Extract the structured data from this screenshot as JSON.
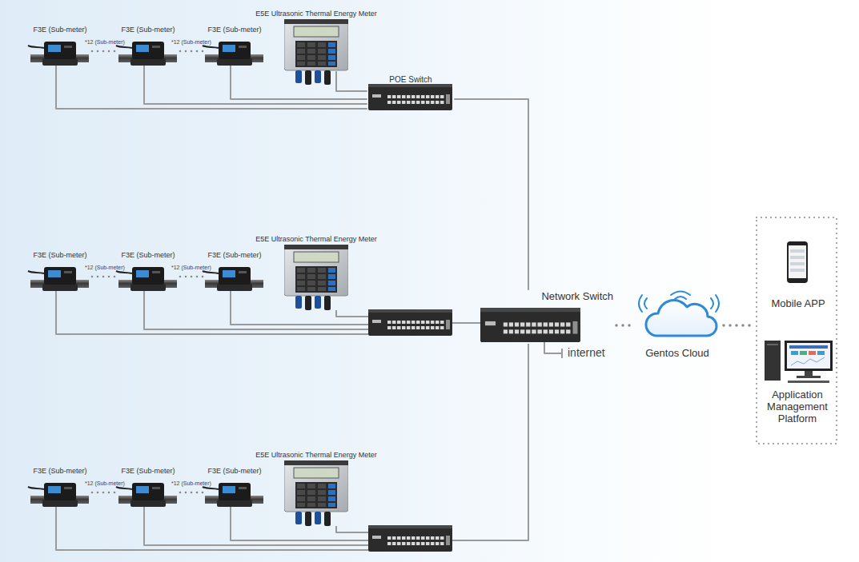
{
  "diagram": {
    "nodes": [
      {
        "text": [
          "F3E (Sub-meter)"
        ]
      },
      {
        "text": [
          "F3E (Sub-meter)"
        ]
      },
      {
        "text": [
          "F3E (Sub-meter)"
        ]
      },
      {
        "text": [
          "E5E Ultrasonic Thermal Energy Meter"
        ]
      },
      {
        "text": [
          "POE Switch"
        ]
      },
      {
        "text": [
          "F3E (Sub-meter)"
        ]
      },
      {
        "text": [
          "F3E (Sub-meter)"
        ]
      },
      {
        "text": [
          "F3E (Sub-meter)"
        ]
      },
      {
        "text": [
          "E5E Ultrasonic Thermal Energy Meter"
        ]
      },
      {
        "text": [
          "Network Switch"
        ]
      },
      {
        "text": [
          "Gentos Cloud"
        ]
      },
      {
        "text": [
          "Mobile APP"
        ]
      },
      {
        "text": [
          "Application Management Platform"
        ]
      },
      {
        "text": [
          "F3E (Sub-meter)"
        ]
      },
      {
        "text": [
          "F3E (Sub-meter)"
        ]
      },
      {
        "text": [
          "F3E (Sub-meter)"
        ]
      },
      {
        "text": [
          "E5E Ultrasonic Thermal Energy Meter"
        ]
      }
    ],
    "edges": [
      {
        "from": 0,
        "to": 4,
        "arrow": "none"
      },
      {
        "from": 1,
        "to": 4,
        "arrow": "none"
      },
      {
        "from": 2,
        "to": 4,
        "arrow": "none"
      },
      {
        "from": 3,
        "to": 4,
        "arrow": "none"
      },
      {
        "from": 4,
        "to": 9,
        "arrow": "none"
      },
      {
        "from": 9,
        "to": 10,
        "arrow": "none"
      }
    ],
    "labels": [
      "*12 (Sub-meter)",
      "*12 (Sub-meter)",
      "*12 (Sub-meter)",
      "*12 (Sub-meter)",
      "*12 (Sub-meter)",
      "*12 (Sub-meter)",
      "internet"
    ]
  }
}
